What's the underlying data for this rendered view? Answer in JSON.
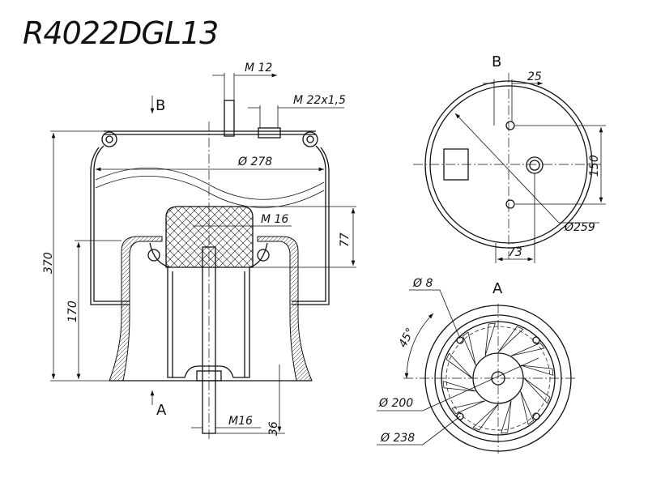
{
  "title": "R4022DGL13",
  "side_view": {
    "view_arrow_b": "B",
    "view_arrow_a": "A",
    "dims": {
      "m12": "M 12",
      "m22": "M 22x1,5",
      "d278": "Ø 278",
      "m16_top": "M 16",
      "h77": "77",
      "h370": "370",
      "h170": "170",
      "m16_bottom": "M16",
      "h36": "36"
    }
  },
  "view_b": {
    "label": "B",
    "dims": {
      "d25": "25",
      "d150": "150",
      "d259": "Ø259",
      "d73": "73"
    }
  },
  "view_a": {
    "label": "A",
    "dims": {
      "d8": "Ø 8",
      "angle": "45°",
      "d200": "Ø 200",
      "d238": "Ø 238"
    }
  }
}
